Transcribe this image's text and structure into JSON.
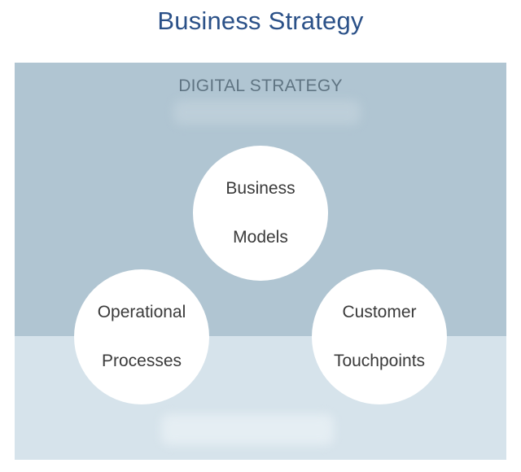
{
  "title": "Business Strategy",
  "panel": {
    "label": "DIGITAL STRATEGY"
  },
  "circles": [
    {
      "line1": "Business",
      "line2": "Models"
    },
    {
      "line1": "Operational",
      "line2": "Processes"
    },
    {
      "line1": "Customer",
      "line2": "Touchpoints"
    }
  ],
  "colors": {
    "title": "#2b5188",
    "panel_top": "#b0c5d2",
    "panel_bottom": "#d6e3eb",
    "panel_label": "#5f7482",
    "circle_fill": "#ffffff",
    "circle_text": "#3a3a3a"
  }
}
